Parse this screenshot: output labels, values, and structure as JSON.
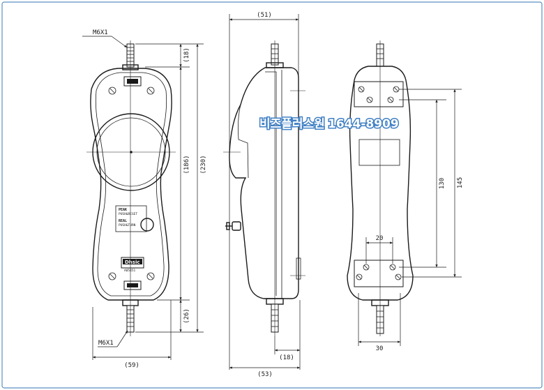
{
  "front_view": {
    "thread_top": "M6X1",
    "thread_bottom": "M6X1",
    "dim_top_shaft": "(18)",
    "dim_body_height": "(186)",
    "dim_total_height": "(230)",
    "dim_bottom_shaft": "(26)",
    "dim_width": "(59)",
    "panel_peak": "PEAK",
    "panel_peak_sub": "PUSH&RESET",
    "panel_real": "REAL",
    "panel_real_sub": "PUSH&TURN",
    "brand": "Dhsic",
    "model_code": "A05451"
  },
  "side_view": {
    "dim_top_width": "(51)",
    "dim_bottom_width": "(53)",
    "dim_shaft_offset": "(18)"
  },
  "rear_view": {
    "dim_hole_spacing": "130",
    "dim_total_height": "145",
    "dim_hole_width": "20",
    "dim_bottom_width": "30"
  },
  "watermark": {
    "company": "비즈플러스원",
    "phone": "1644-8909"
  }
}
